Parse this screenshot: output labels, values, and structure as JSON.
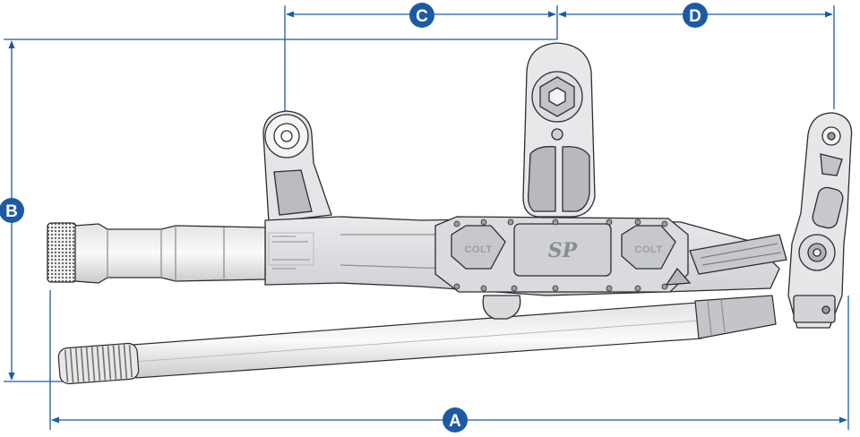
{
  "dimensions": {
    "a": "A",
    "b": "B",
    "c": "C",
    "d": "D"
  },
  "colors": {
    "dimension": "#1d5aa6",
    "outline": "#2b2d30",
    "metal_light": "#f3f3f3",
    "metal_mid": "#d8d9db",
    "metal_dark": "#9a9ca0"
  },
  "product": {
    "brand_mark": "SP",
    "model_left": "COLT",
    "model_right": "COLT"
  },
  "icons": {
    "dimension_arrow": "arrowhead",
    "label_badge": "circle-badge"
  }
}
